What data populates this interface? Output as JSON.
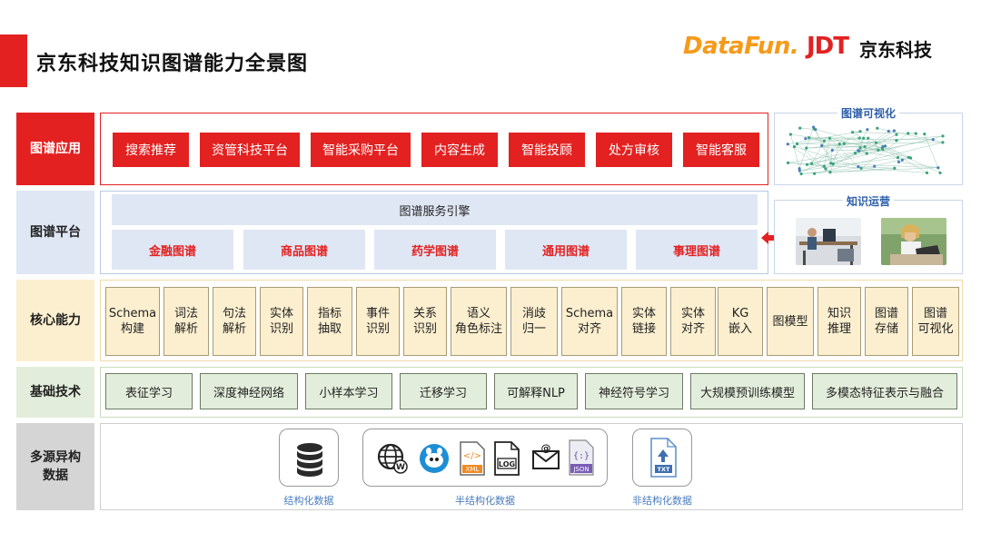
{
  "header": {
    "title": "京东科技知识图谱能力全景图",
    "logo_datafun": "DataFun.",
    "logo_jdt": "JDT",
    "logo_jd_name": "京东科技"
  },
  "rows": {
    "app": "图谱应用",
    "platform": "图谱平台",
    "core": "核心能力",
    "base": "基础技术",
    "data": "多源异构\n数据"
  },
  "applications": [
    "搜索推荐",
    "资管科技平台",
    "智能采购平台",
    "内容生成",
    "智能投顾",
    "处方审核",
    "智能客服"
  ],
  "platform": {
    "engine": "图谱服务引擎",
    "graphs": [
      "金融图谱",
      "商品图谱",
      "药学图谱",
      "通用图谱",
      "事理图谱"
    ]
  },
  "core_capabilities": [
    [
      "Schema",
      "构建"
    ],
    [
      "词法",
      "解析"
    ],
    [
      "句法",
      "解析"
    ],
    [
      "实体",
      "识别"
    ],
    [
      "指标",
      "抽取"
    ],
    [
      "事件",
      "识别"
    ],
    [
      "关系",
      "识别"
    ],
    [
      "语义",
      "角色标注"
    ],
    [
      "消歧",
      "归一"
    ],
    [
      "Schema",
      "对齐"
    ],
    [
      "实体",
      "链接"
    ],
    [
      "实体",
      "对齐"
    ],
    [
      "KG",
      "嵌入"
    ],
    [
      "图模型"
    ],
    [
      "知识",
      "推理"
    ],
    [
      "图谱",
      "存储"
    ],
    [
      "图谱",
      "可视化"
    ]
  ],
  "base_tech": [
    "表征学习",
    "深度神经网络",
    "小样本学习",
    "迁移学习",
    "可解释NLP",
    "神经符号学习",
    "大规模预训练模型",
    "多模态特征表示与融合"
  ],
  "data_sources": {
    "structured": "结构化数据",
    "semi_structured": "半结构化数据",
    "unstructured": "非结构化数据",
    "file_labels": {
      "xml": "XML",
      "log": "LOG",
      "json": "JSON",
      "txt": "TXT",
      "json_glyph": "{:}"
    }
  },
  "side": {
    "visualization_title": "图谱可视化",
    "operations_title": "知识运营"
  },
  "colors": {
    "brand_red": "#e32121",
    "datafun_orange": "#f59a1b",
    "platform_blue": "#dfe7f4",
    "core_yellow": "#fcefcf",
    "base_green": "#e2eedb",
    "data_gray": "#d5d5d5",
    "caption_blue": "#4a7dbd"
  },
  "icons": [
    "database-icon",
    "web-icon",
    "weibo-icon",
    "xml-file-icon",
    "log-file-icon",
    "email-icon",
    "json-file-icon",
    "txt-file-icon",
    "network-graph-icon",
    "double-arrow-icon"
  ]
}
